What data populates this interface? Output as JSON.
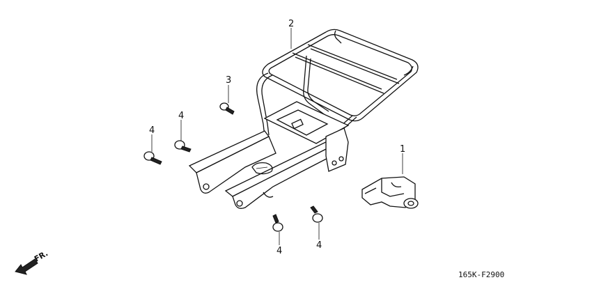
{
  "labels": {
    "rack": "2",
    "bracket_bolt": "3",
    "lock": "1",
    "bolt_a": "4",
    "bolt_b": "4",
    "bolt_c": "4",
    "bolt_d": "4"
  },
  "direction": {
    "text": "FR."
  },
  "diagram_code": "165K-F2900"
}
